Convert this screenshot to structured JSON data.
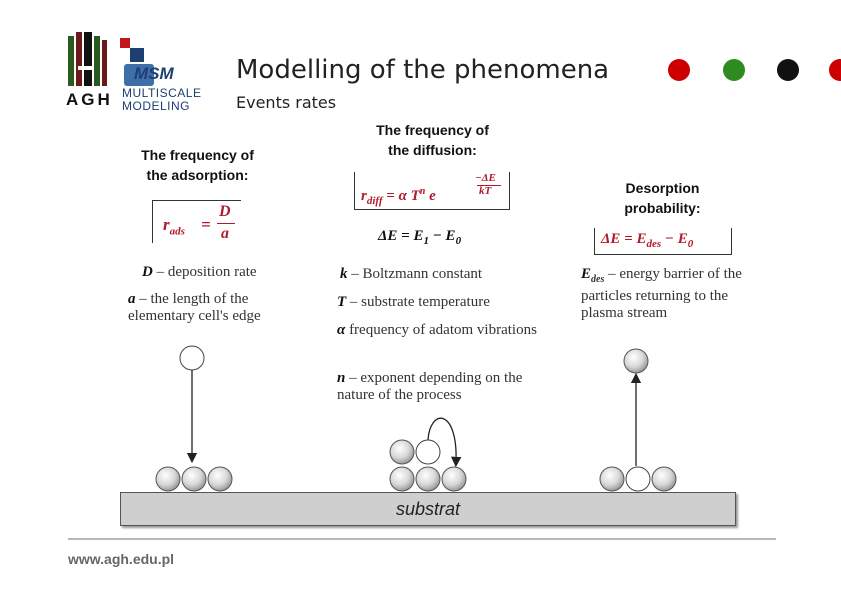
{
  "header": {
    "title": "Modelling of the phenomena",
    "subtitle": "Events rates",
    "dots": [
      "#cc0000",
      "#2e8b20",
      "#111111",
      "#cc0000"
    ]
  },
  "logo": {
    "agh": "AGH",
    "msm": "MSM",
    "line1": "MULTISCALE",
    "line2": "MODELING"
  },
  "adsorption": {
    "heading_l1": "The frequency of",
    "heading_l2": "the adsorption:",
    "lhs": "r",
    "lhs_sub": "ads",
    "eq": "=",
    "num": "D",
    "den": "a",
    "desc1_sym": "D",
    "desc1_text": " – deposition rate",
    "desc2_sym": "a",
    "desc2_text": " – the length of the elementary cell's edge"
  },
  "diffusion": {
    "heading_l1": "The frequency of",
    "heading_l2": "the diffusion:",
    "lhs": "r",
    "lhs_sub": "diff",
    "rhs": "= α T",
    "rhs_sup": "n",
    "e": " e",
    "exp_num": "−ΔE",
    "exp_den": "kT",
    "delta_lhs": "ΔE = E",
    "delta_s1": "1",
    "delta_mid": " − E",
    "delta_s0": "0",
    "k_sym": "k",
    "k_text": " – Boltzmann constant",
    "t_sym": "T",
    "t_text": " – substrate temperature",
    "alpha_sym": "α",
    "alpha_text": "  frequency of adatom vibrations",
    "n_sym": "n",
    "n_text": " – exponent depending on the nature of the process"
  },
  "desorption": {
    "heading_l1": "Desorption",
    "heading_l2": "probability:",
    "f_lhs": "ΔE = E",
    "f_sub": "des",
    "f_mid": " − E",
    "f_s0": "0",
    "e_sym": "E",
    "e_sub": "des",
    "e_text": " – energy barrier of the particles returning to the plasma stream"
  },
  "substrate_label": "substrat",
  "footer_url": "www.agh.edu.pl"
}
